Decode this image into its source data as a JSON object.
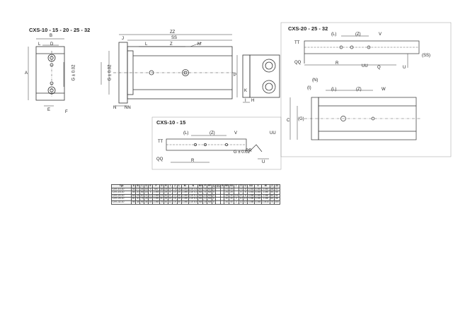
{
  "views": {
    "main_title": "CXS-10 - 15 - 20 - 25 - 32",
    "right_title": "CXS-20 - 25 - 32",
    "inset_title": "CXS-10 - 15"
  },
  "dimension_labels": {
    "B": "B",
    "L": "L",
    "D": "D",
    "A": "A",
    "E": "E",
    "F": "F",
    "G": "G ± 0.02",
    "J": "J",
    "ZZ": "ZZ",
    "SS": "SS",
    "Z": "Z",
    "M": "M",
    "N": "N",
    "NN": "NN",
    "P": "P",
    "K": "K",
    "I": "I",
    "H": "H",
    "C": "C",
    "W": "W",
    "R": "R",
    "Q": "Q",
    "U": "U",
    "UU": "UU",
    "V": "V",
    "TT": "TT",
    "QQ": "QQ",
    "RR": "RR",
    "(L)": "(L)",
    "(Z)": "(Z)",
    "(N)": "(N)",
    "(G)": "(G)",
    "(I)": "(I)",
    "(SS)": "(SS)"
  },
  "table": {
    "headers": [
      "Typ",
      "A",
      "B",
      "C",
      "D",
      "E",
      "F",
      "G",
      "H",
      "I",
      "J",
      "L",
      "M",
      "N",
      "NN",
      "P",
      "PP",
      "Q",
      "QQ",
      "R",
      "RR",
      "SS",
      "T",
      "TT",
      "U",
      "UU",
      "V",
      "W",
      "Z",
      "ZZ"
    ],
    "group_rows": [
      [
        "CXS-10-10",
        "46",
        "17",
        "44",
        "16",
        "5",
        "M4",
        "16",
        "23",
        "6",
        "7.5",
        "18",
        "2-M4",
        "2-Ø 3.4",
        "M3",
        "8",
        "M3",
        "4",
        "",
        "",
        "21",
        "20",
        "",
        "3",
        "8",
        "4-M3",
        "4-M4",
        "2-M4",
        "38",
        "61"
      ],
      [
        "CXS-15-10",
        "58",
        "20",
        "56",
        "18",
        "5",
        "2-M5",
        "21",
        "25",
        "6",
        "10",
        "20",
        "2-M5",
        "2-Ø 4.3",
        "M4",
        "8",
        "M4",
        "5",
        "",
        "",
        "24",
        "20",
        "",
        "4",
        "8",
        "4-M3",
        "4-M4",
        "2-M5",
        "40",
        "65"
      ],
      [
        "CXS-20-10",
        "64",
        "25",
        "62",
        "21",
        "12",
        "2-M5",
        "23",
        "30",
        "8",
        "12",
        "30",
        "2-M5",
        "2-Ø 5.1",
        "M5",
        "10",
        "M5",
        "5",
        "",
        "",
        "28",
        "30",
        "1.6",
        "8",
        "8",
        "4-M5",
        "4-M5",
        "2-M6",
        "50",
        "80"
      ],
      [
        "CXS-25-10",
        "80",
        "30",
        "78",
        "28",
        "14",
        "2-M6",
        "40",
        "35",
        "10",
        "16",
        "35",
        "2-M6",
        "2-Ø 6.6",
        "M6",
        "12",
        "M6",
        "6",
        "",
        "",
        "30",
        "30",
        "2",
        "10",
        "10",
        "4-M6",
        "4-M6",
        "2-M8",
        "60",
        "88"
      ],
      [
        "CXS-32-10",
        "98",
        "38",
        "96",
        "36",
        "18",
        "2-M8",
        "75",
        "44",
        "12",
        "19",
        "40",
        "2-M8",
        "2-Ø 8.6",
        "M8",
        "16",
        "M8",
        "8",
        "",
        "",
        "34",
        "40",
        "2",
        "12",
        "12",
        "4-M8",
        "4-M8",
        "2-M10",
        "70",
        "100"
      ]
    ]
  }
}
